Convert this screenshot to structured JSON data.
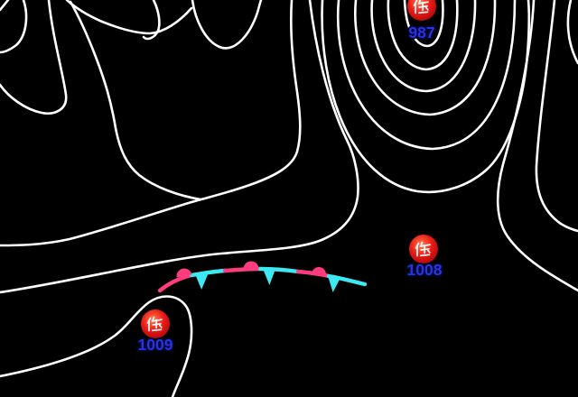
{
  "map": {
    "kind": "surface-pressure-weather-map",
    "background_color": "#000000",
    "isobar_color": "#ffffff",
    "lows": [
      {
        "symbol": "低",
        "pressure": "987"
      },
      {
        "symbol": "低",
        "pressure": "1008"
      },
      {
        "symbol": "低",
        "pressure": "1009"
      }
    ],
    "marker_style": {
      "circle_center_color": "#ff8a5c",
      "circle_main_color": "#ea1b18",
      "circle_rim_color": "#ad0a0a",
      "glyph_color": "#ffffff",
      "value_color": "#2b31e8",
      "value_outline_color": "#000a2e"
    },
    "front": {
      "type": "stationary-front",
      "warm_color": "#ff3c7e",
      "cold_color": "#3ce9f2"
    }
  }
}
